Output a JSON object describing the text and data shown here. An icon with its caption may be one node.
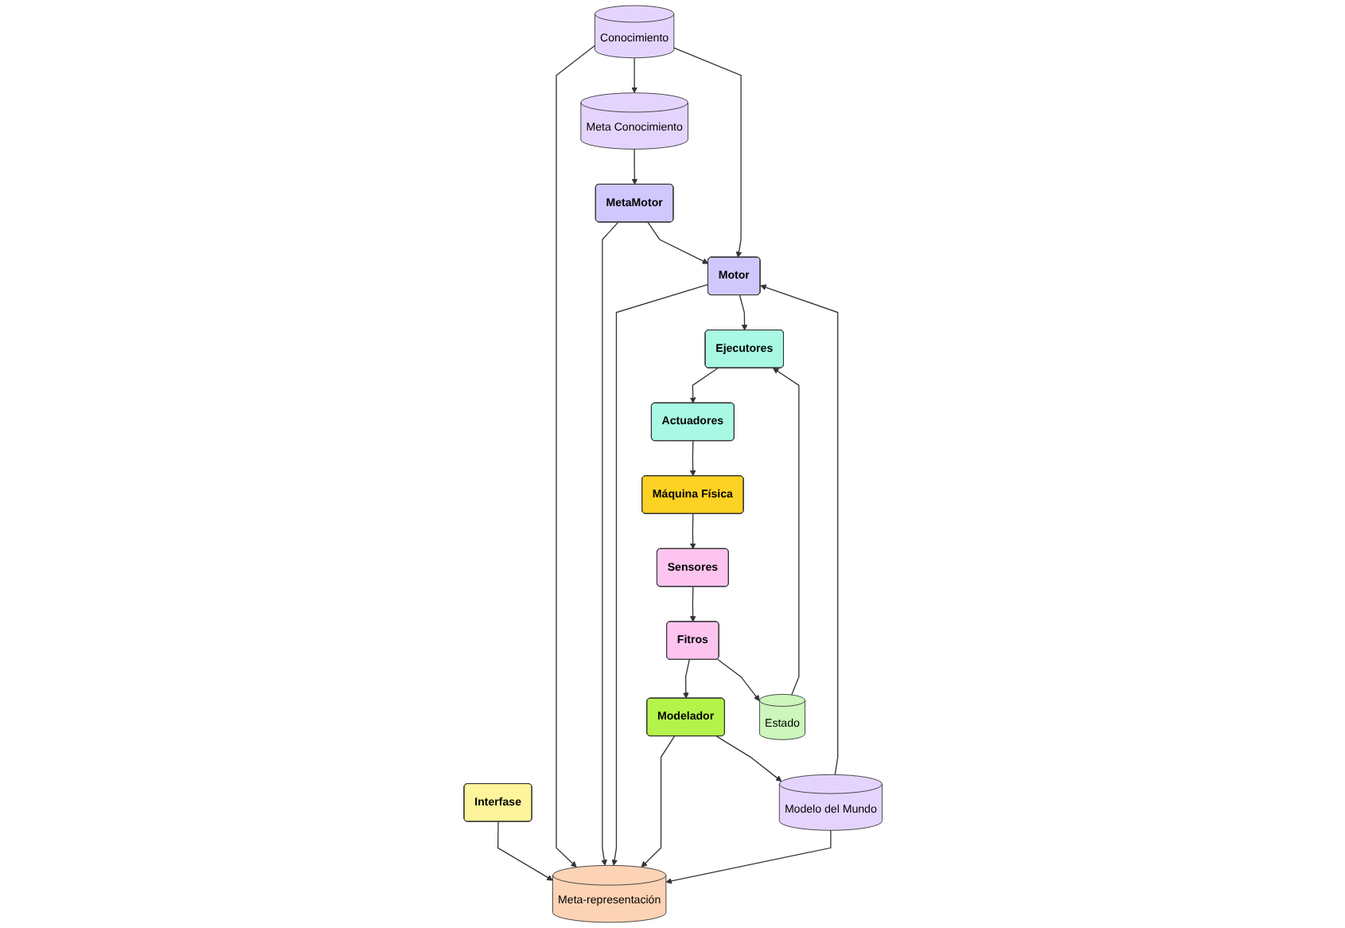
{
  "diagram": {
    "nodes": [
      {
        "text": [
          "Interfase"
        ]
      },
      {
        "text": [
          "Meta-representación"
        ]
      },
      {
        "text": [
          "MetaMotor"
        ]
      },
      {
        "text": [
          "Meta Conocimiento"
        ]
      },
      {
        "text": [
          "Modelador"
        ]
      },
      {
        "text": [
          "Modelo del Mundo"
        ]
      },
      {
        "text": [
          "Motor"
        ]
      },
      {
        "text": [
          "Conocimiento"
        ]
      },
      {
        "text": [
          "Fitros"
        ]
      },
      {
        "text": [
          "Estado"
        ]
      },
      {
        "text": [
          "Ejecutores"
        ]
      },
      {
        "text": [
          "Sensores"
        ]
      },
      {
        "text": [
          "Actuadores"
        ]
      },
      {
        "text": [
          "Máquina Física"
        ]
      }
    ],
    "edges": [
      {
        "from": 0,
        "to": 1,
        "arrow": "to"
      },
      {
        "from": 2,
        "to": 1,
        "arrow": "to"
      },
      {
        "from": 3,
        "to": 2,
        "arrow": "to"
      },
      {
        "from": 4,
        "to": 1,
        "arrow": "to"
      },
      {
        "from": 5,
        "to": 1,
        "arrow": "to"
      },
      {
        "from": 6,
        "to": 1,
        "arrow": "to"
      },
      {
        "from": 7,
        "to": 1,
        "arrow": "to"
      },
      {
        "from": 2,
        "to": 6,
        "arrow": "to"
      },
      {
        "from": 7,
        "to": 3,
        "arrow": "to"
      },
      {
        "from": 4,
        "to": 5,
        "arrow": "to"
      },
      {
        "from": 5,
        "to": 6,
        "arrow": "to"
      },
      {
        "from": 7,
        "to": 6,
        "arrow": "to"
      },
      {
        "from": 8,
        "to": 4,
        "arrow": "to"
      },
      {
        "from": 8,
        "to": 9,
        "arrow": "to"
      },
      {
        "from": 9,
        "to": 10,
        "arrow": "to"
      },
      {
        "from": 6,
        "to": 10,
        "arrow": "to"
      },
      {
        "from": 10,
        "to": 12,
        "arrow": "to"
      },
      {
        "from": 11,
        "to": 8,
        "arrow": "to"
      },
      {
        "from": 12,
        "to": 13,
        "arrow": "to"
      },
      {
        "from": 13,
        "to": 11,
        "arrow": "to"
      }
    ]
  }
}
